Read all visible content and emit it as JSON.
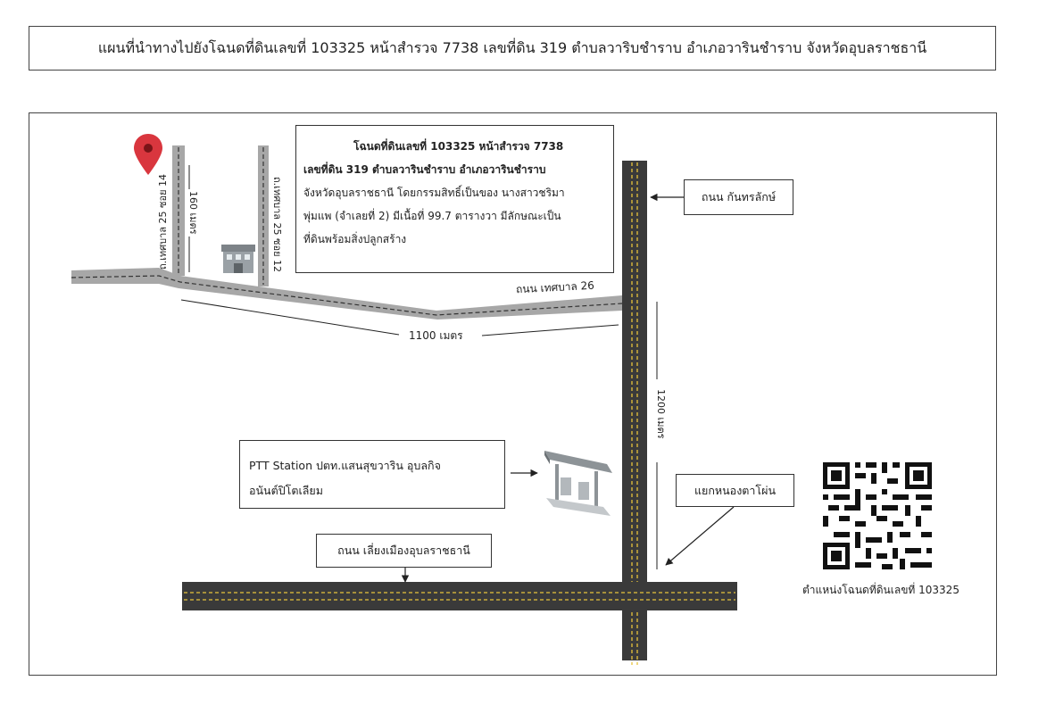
{
  "title": "แผนที่นำทางไปยังโฉนดที่ดินเลขที่ 103325 หน้าสำรวจ 7738 เลขที่ดิน 319 ตำบลวาริบชำราบ อำเภอวารินชำราบ จังหวัดอุบลราชธานี",
  "info": {
    "line1": "โฉนดที่ดินเลขที่ 103325 หน้าสำรวจ 7738",
    "line2": "เลขที่ดิน 319 ตำบลวารินชำราบ อำเภอวารินชำราบ",
    "line3": "จังหวัดอุบลราชธานี โดยกรรมสิทธิ์เป็นของ นางสาวชริมา",
    "line4": "พุ่มแพ (จำเลยที่ 2) มีเนื้อที่ 99.7 ตารางวา มีลักษณะเป็น",
    "line5": "ที่ดินพร้อมสิ่งปลูกสร้าง"
  },
  "roads": {
    "kanthararak": "ถนน กันทรลักษ์",
    "thetsaban26": "ถนน เทศบาล 26",
    "soi14": "ถ.เทศบาล 25 ซอย 14",
    "soi12": "ถ.เทศบาล 25 ซอย 12",
    "liang_mueang": "ถนน เลี่ยงเมืองอุบลราชธานี"
  },
  "distances": {
    "d160": "160 เมตร",
    "d1100": "1100 เมตร",
    "d1200": "1200 เมตร"
  },
  "ptt": {
    "line1": "PTT Station ปตท.แสนสุขวาริน อุบลกิจ",
    "line2": "อนันต์ปิโตเลียม"
  },
  "junction": "แยกหนองตาโผ่น",
  "qr_caption": "ตำแหน่งโฉนดที่ดินเลขที่ 103325",
  "colors": {
    "road_gray": "#a7a7a7",
    "road_dark": "#3a3a3a",
    "lane_yellow": "#e8c33a",
    "pin_red": "#d9363e"
  },
  "icons": [
    "location-pin-icon",
    "building-icon",
    "gas-station-icon",
    "qr-code-icon"
  ]
}
